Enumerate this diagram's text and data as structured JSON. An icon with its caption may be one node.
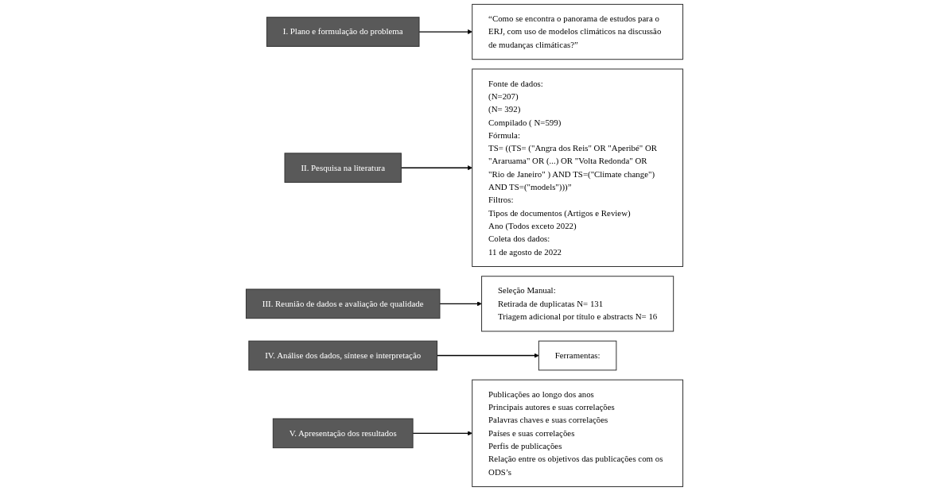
{
  "diagram": {
    "nodes": [
      {
        "text": [
          "“Como se encontra o panorama de estudos para o ERJ, com uso de modelos climáticos na discussão de mudanças climáticas?”"
        ]
      },
      {
        "text": [
          "Seleção Manual:",
          "Retirada de duplicatas N= 131",
          "Triagem adicional por título e abstracts N= 16"
        ]
      },
      {
        "text": [
          "Publicações ao longo dos anos",
          "Principais autores e suas correlações",
          "Palavras chaves e suas correlações",
          "Países e suas correlações",
          "Perfis de publicações",
          "Relação entre os objetivos das publicações com os ODS’s"
        ]
      },
      {
        "text": [
          "I. Plano e formulação do problema"
        ]
      },
      {
        "text": [
          "II. Pesquisa na literatura"
        ]
      },
      {
        "text": [
          "III. Reunião de dados e avaliação de qualidade"
        ]
      },
      {
        "text": [
          "IV. Análise dos dados, síntese e interpretação"
        ]
      },
      {
        "text": [
          "V. Apresentação dos resultados"
        ]
      },
      {
        "text": [
          "Fonte de dados:",
          "(N=207)",
          "(N= 392)",
          "Compilado ( N=599)",
          "Fórmula:",
          "TS= ((TS= (\"Angra dos Reis\" OR \"Aperibé\" OR \"Araruama\" OR (...) OR \"Volta Redonda\" OR \"Rio de Janeiro\" ) AND TS=(\"Climate change\") AND TS=(\"models\")))”",
          "Filtros:",
          "Tipos de documentos (Artigos e Review)",
          "Ano (Todos exceto 2022)",
          "Coleta dos dados:",
          "11 de agosto de 2022"
        ]
      },
      {
        "text": [
          "Ferramentas:"
        ]
      }
    ],
    "edges": [
      {
        "from": 3,
        "to": 0,
        "arrow": "to"
      },
      {
        "from": 4,
        "to": 8,
        "arrow": "to"
      },
      {
        "from": 5,
        "to": 1,
        "arrow": "to"
      },
      {
        "from": 7,
        "to": 2,
        "arrow": "to"
      },
      {
        "from": 6,
        "to": 9,
        "arrow": "to"
      }
    ]
  }
}
